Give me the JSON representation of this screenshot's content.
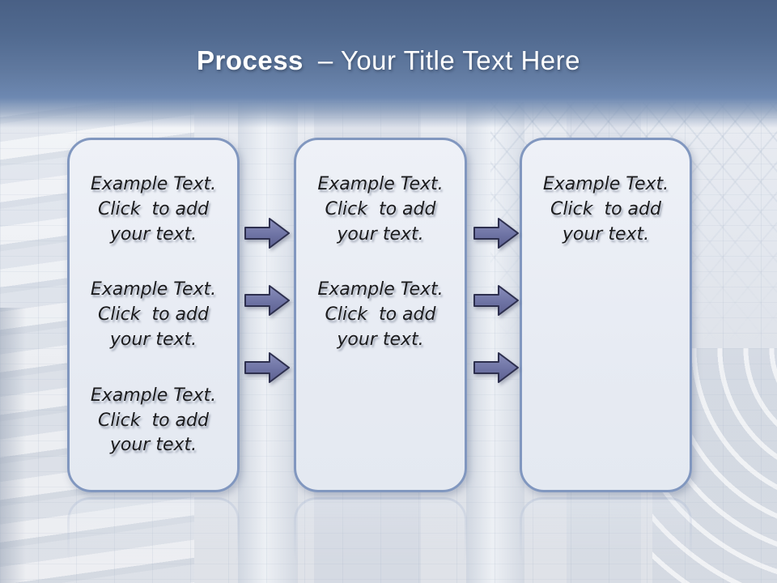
{
  "header": {
    "title_primary": "Process",
    "title_secondary": "– Your Title Text Here"
  },
  "boxes": [
    {
      "paragraphs": [
        "Example Text.\nClick  to add\nyour text.",
        "Example Text.\nClick  to add\nyour text.",
        "Example Text.\nClick  to add\nyour text."
      ]
    },
    {
      "paragraphs": [
        "Example Text.\nClick  to add\nyour text.",
        "Example Text.\nClick  to add\nyour text."
      ]
    },
    {
      "paragraphs": [
        "Example Text.\nClick  to add\nyour text."
      ]
    }
  ],
  "arrows": {
    "direction": "right",
    "per_gap": 3,
    "gaps": 2
  },
  "background_photo": "faded-glass-office-buildings",
  "colors": {
    "header_gradient_top": "#496085",
    "header_gradient_bottom": "#6d88b1",
    "box_fill": "#e9edf4",
    "box_border": "#8197bf",
    "arrow_fill_top": "#8a8fbb",
    "arrow_fill_bottom": "#5c608f",
    "arrow_border": "#2d2f4e",
    "title_text": "#ffffff",
    "body_text": "#1b1b1d"
  }
}
